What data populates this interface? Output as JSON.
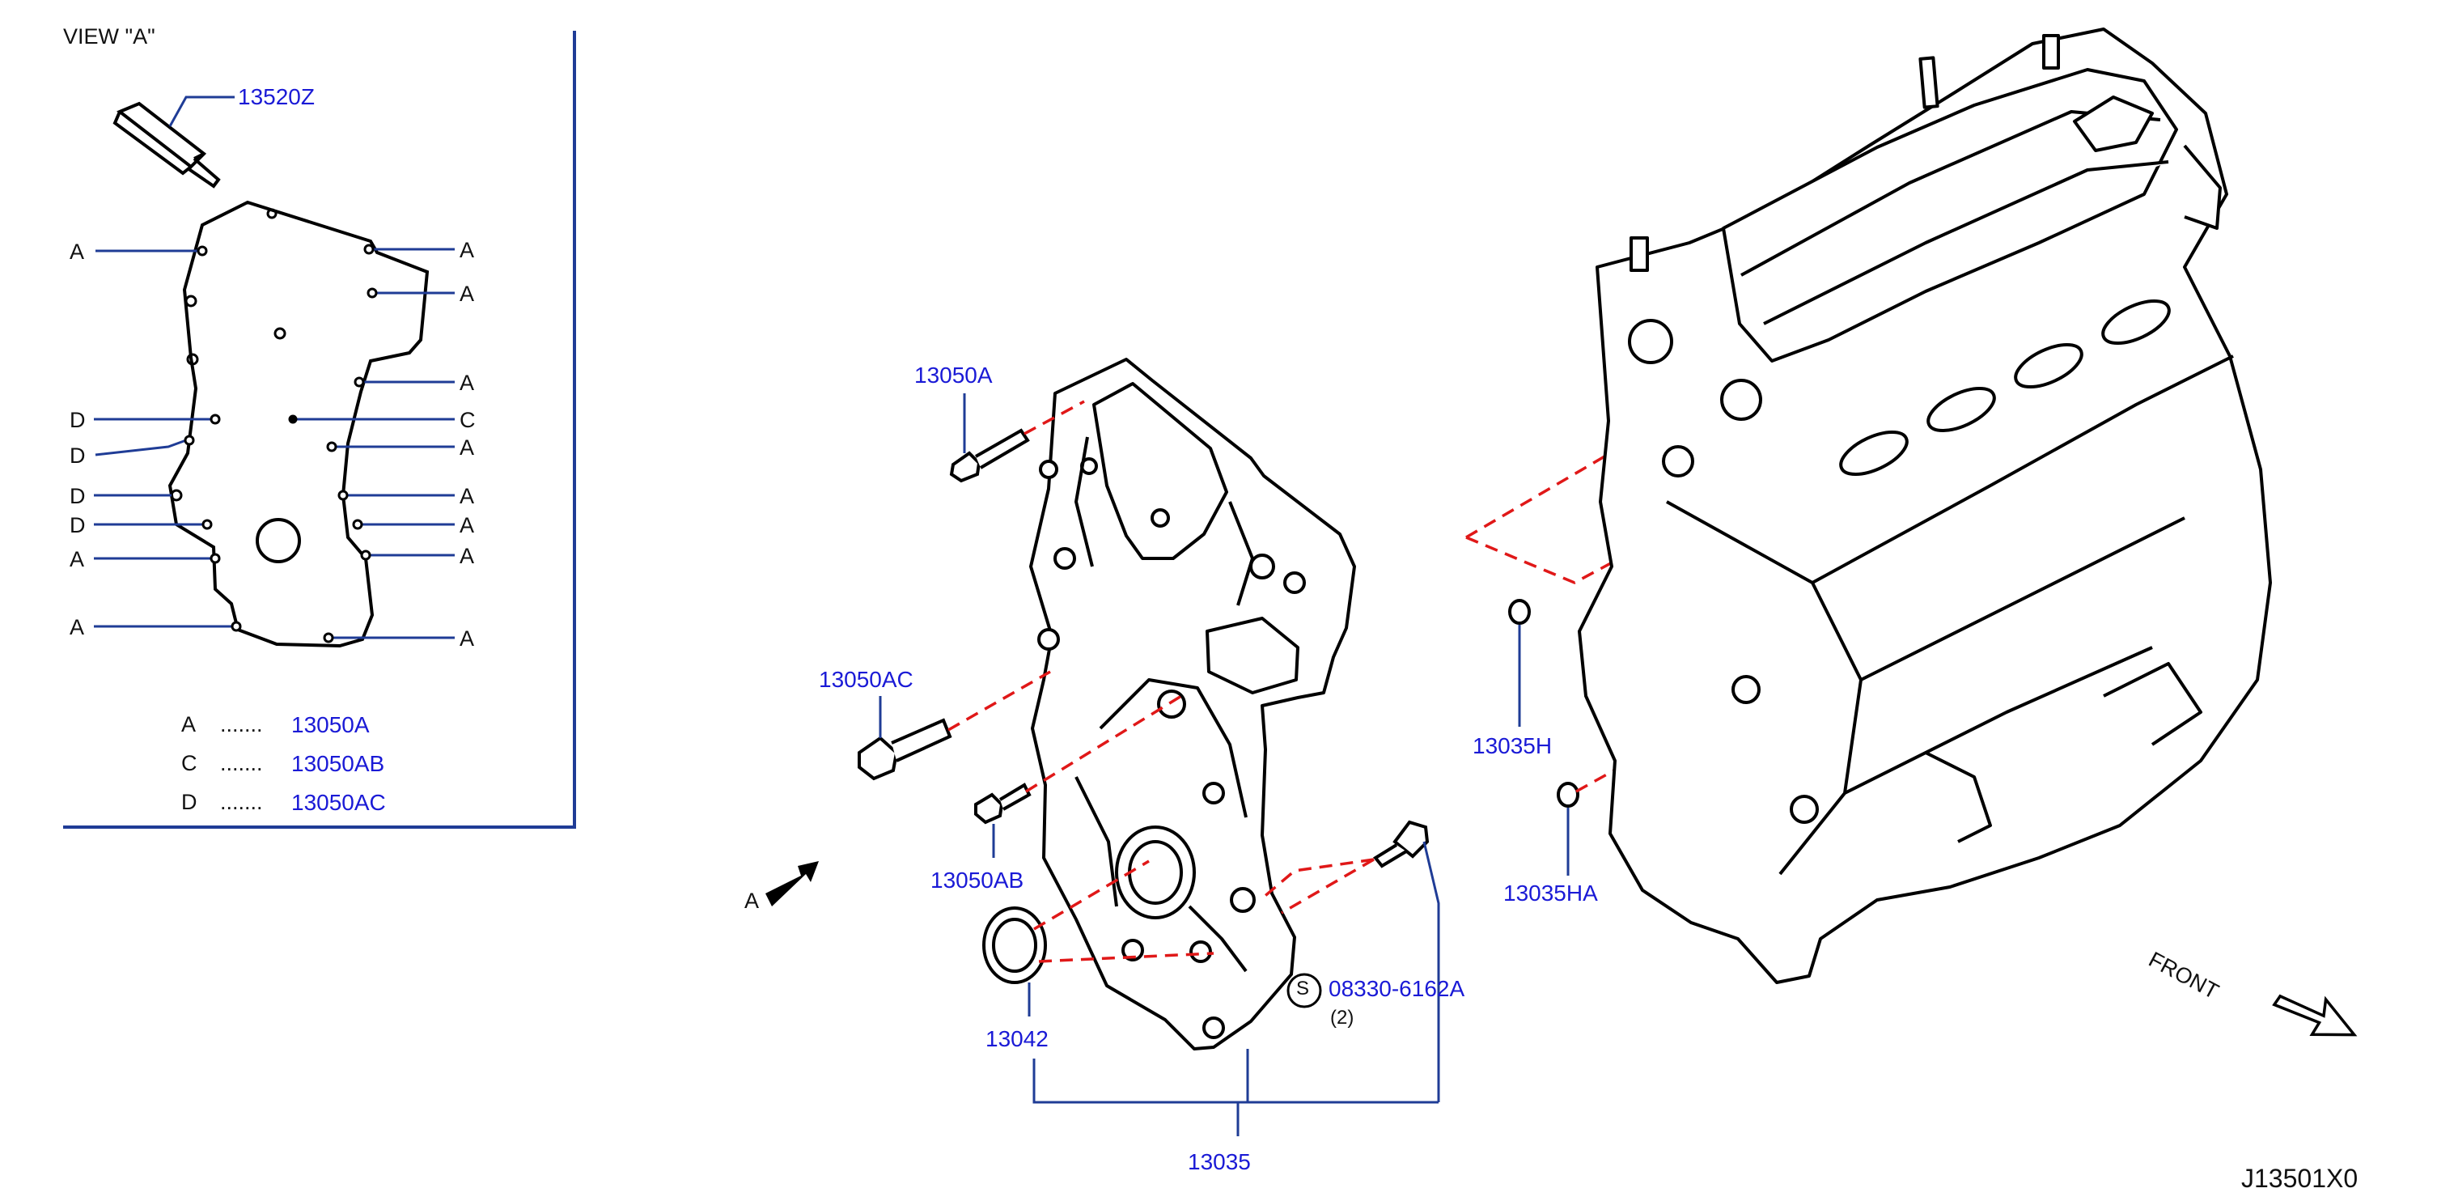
{
  "colors": {
    "part_number": "#1a1ad6",
    "leader_line": "#1f3c96",
    "dashed_line": "#e01818",
    "outline": "#000000",
    "background": "#ffffff"
  },
  "view_a": {
    "title": "VIEW  \"A\"",
    "sealant_part": "13520Z",
    "letter_a": "A",
    "letter_c": "C",
    "letter_d": "D",
    "legend": [
      {
        "key": "A",
        "dots": ".......",
        "part": "13050A"
      },
      {
        "key": "C",
        "dots": ".......",
        "part": "13050AB"
      },
      {
        "key": "D",
        "dots": ".......",
        "part": "13050AC"
      }
    ]
  },
  "main": {
    "bolt_top": "13050A",
    "bolt_large": "13050AC",
    "bolt_small": "13050AB",
    "view_arrow_label": "A",
    "oil_seal": "13042",
    "front_cover_assy": "13035",
    "special_bolt": "08330-6162A",
    "special_bolt_symbol": "S",
    "special_bolt_qty": "(2)",
    "o_ring_upper": "13035H",
    "o_ring_lower": "13035HA",
    "front_label": "FRONT",
    "diagram_id": "J13501X0"
  }
}
